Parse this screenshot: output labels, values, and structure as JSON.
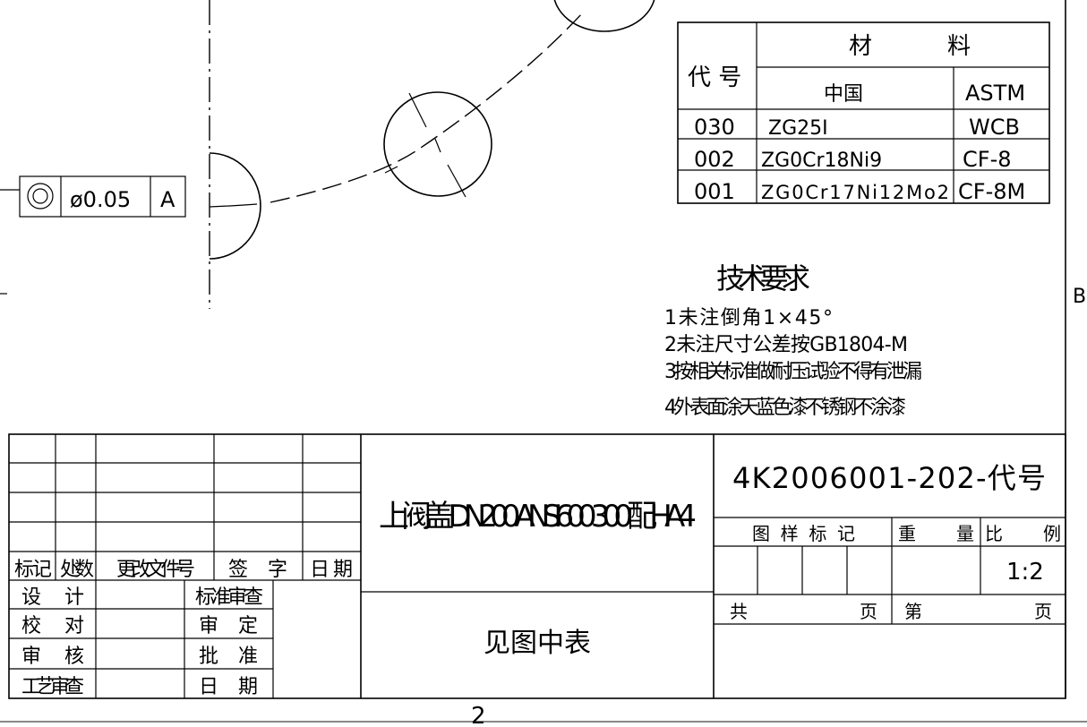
{
  "drawing": {
    "feature_control_frame": {
      "symbol": "concentricity-icon",
      "tolerance": "ø0.05",
      "datum": "A"
    },
    "zone_letter": "B",
    "zone_number": "2"
  },
  "material_table": {
    "code_header": "代  号",
    "material_header_1": "材",
    "material_header_2": "料",
    "china_header": "中国",
    "astm_header": "ASTM",
    "rows": [
      {
        "code": "030",
        "china": "ZG25I",
        "astm": "WCB"
      },
      {
        "code": "002",
        "china": "ZG0Cr18Ni9",
        "astm": "CF-8"
      },
      {
        "code": "001",
        "china": "ZG0Cr17Ni12Mo2",
        "astm": "CF-8M"
      }
    ]
  },
  "tech_requirements": {
    "title": "技术要求",
    "items": [
      "1未注倒角1×45°",
      "2未注尺寸公差按GB1804-M",
      "3按相关标准做耐压试验不得有泄漏",
      "4外表面涂天蓝色漆不锈钢不涂漆"
    ]
  },
  "title_block": {
    "revision_headers": [
      "标记",
      "处数",
      "更改文件号",
      "签    字",
      "日  期"
    ],
    "sign_labels_left": [
      "设    计",
      "校    对",
      "审    核",
      "工艺审查"
    ],
    "sign_labels_right": [
      "标准审查",
      "审    定",
      "批    准",
      "日    期"
    ],
    "part_name": "上阀盖 DN200 ANSI600 300 配HA4",
    "material": "见图中表",
    "drawing_number": "4K2006001-202-代号",
    "sample_mark_label": "图 样 标 记",
    "weight_label": "重          量",
    "scale_label": "比          例",
    "scale_value": "1:2",
    "total_pages_label_a": "共",
    "total_pages_label_b": "页",
    "page_label_a": "第",
    "page_label_b": "页"
  }
}
